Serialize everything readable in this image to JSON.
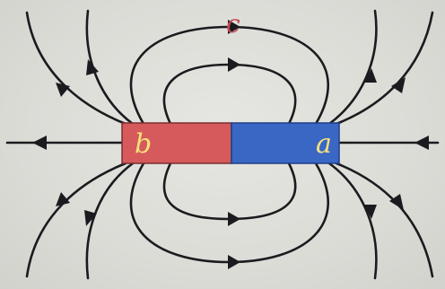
{
  "diagram": {
    "point_label": "c",
    "magnet": {
      "left_pole_label": "b",
      "right_pole_label": "a"
    },
    "colors": {
      "left_half": "#d65a5c",
      "right_half": "#3a67c4",
      "field_lines": "#1b1b1f",
      "point_label": "#c24a52",
      "pole_labels": "#f4e27a"
    }
  }
}
